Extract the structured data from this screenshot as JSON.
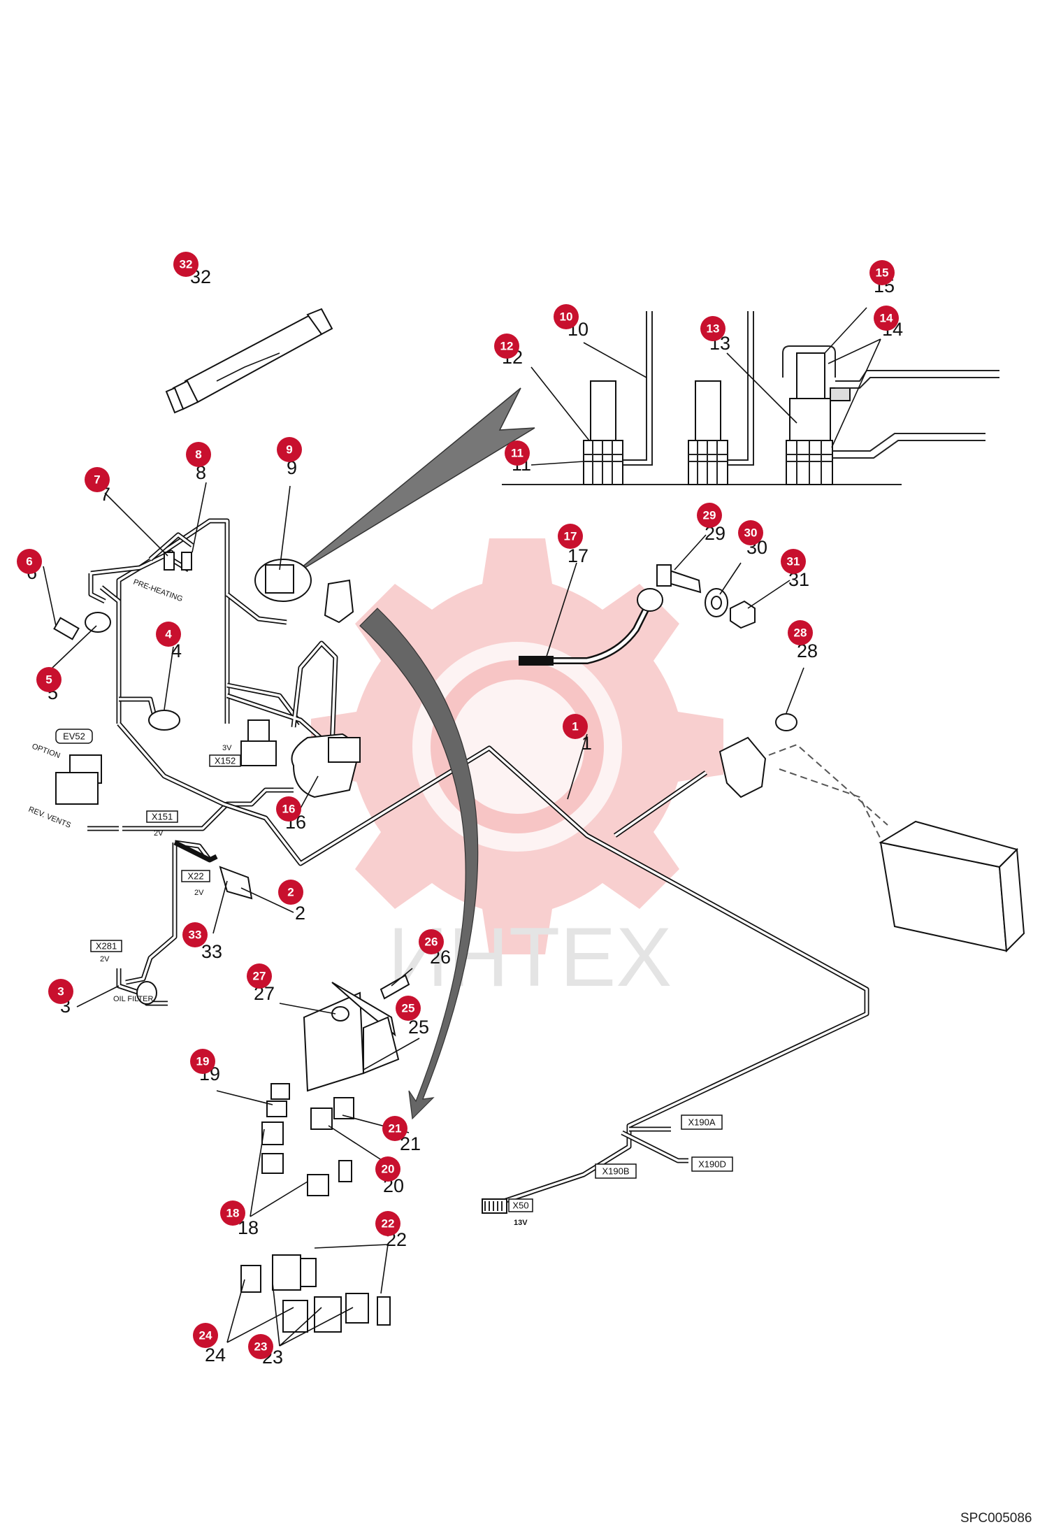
{
  "watermark": {
    "text": "ИНТЕХ"
  },
  "reference_code": "SPC005086",
  "callouts": [
    {
      "id": "b32",
      "label": "32",
      "num": "32"
    },
    {
      "id": "b10",
      "label": "10",
      "num": "10"
    },
    {
      "id": "b12",
      "label": "12",
      "num": "12"
    },
    {
      "id": "b13",
      "label": "13",
      "num": "13"
    },
    {
      "id": "b15",
      "label": "15",
      "num": "15"
    },
    {
      "id": "b14",
      "label": "14",
      "num": "14"
    },
    {
      "id": "b11",
      "label": "11",
      "num": "11"
    },
    {
      "id": "b8",
      "label": "8",
      "num": "8"
    },
    {
      "id": "b9",
      "label": "9",
      "num": "9"
    },
    {
      "id": "b7",
      "label": "7",
      "num": "7"
    },
    {
      "id": "b29",
      "label": "29",
      "num": "29"
    },
    {
      "id": "b30",
      "label": "30",
      "num": "30"
    },
    {
      "id": "b31",
      "label": "31",
      "num": "31"
    },
    {
      "id": "b17",
      "label": "17",
      "num": "17"
    },
    {
      "id": "b6",
      "label": "6",
      "num": "6"
    },
    {
      "id": "b4",
      "label": "4",
      "num": "4"
    },
    {
      "id": "b28",
      "label": "28",
      "num": "28"
    },
    {
      "id": "b5",
      "label": "5",
      "num": "5"
    },
    {
      "id": "b1",
      "label": "1",
      "num": "1"
    },
    {
      "id": "b16",
      "label": "16",
      "num": "16"
    },
    {
      "id": "b2",
      "label": "2",
      "num": "2"
    },
    {
      "id": "b33",
      "label": "33",
      "num": "33"
    },
    {
      "id": "b26",
      "label": "26",
      "num": "26"
    },
    {
      "id": "b3",
      "label": "3",
      "num": "3"
    },
    {
      "id": "b27",
      "label": "27",
      "num": "27"
    },
    {
      "id": "b25",
      "label": "25",
      "num": "25"
    },
    {
      "id": "b19",
      "label": "19",
      "num": "19"
    },
    {
      "id": "b21",
      "label": "21",
      "num": "21"
    },
    {
      "id": "b20",
      "label": "20",
      "num": "20"
    },
    {
      "id": "b18",
      "label": "18",
      "num": "18"
    },
    {
      "id": "b22",
      "label": "22",
      "num": "22"
    },
    {
      "id": "b24",
      "label": "24",
      "num": "24"
    },
    {
      "id": "b23",
      "label": "23",
      "num": "23"
    }
  ],
  "connectors": {
    "ev52": "EV52",
    "x151": "X151",
    "x152": "X152",
    "x22": "X22",
    "x281": "X281",
    "x190a": "X190A",
    "x190b": "X190B",
    "x190d": "X190D",
    "x50": "X50"
  },
  "harness_text": {
    "pre_heating": "PRE-HEATING",
    "option": "OPTION",
    "rev_vents": "REV. VENTS",
    "oil_filter": "OIL FILTER",
    "v3": "3V",
    "v2a": "2V",
    "v2b": "2V",
    "v2c": "2V",
    "v13": "13V"
  }
}
